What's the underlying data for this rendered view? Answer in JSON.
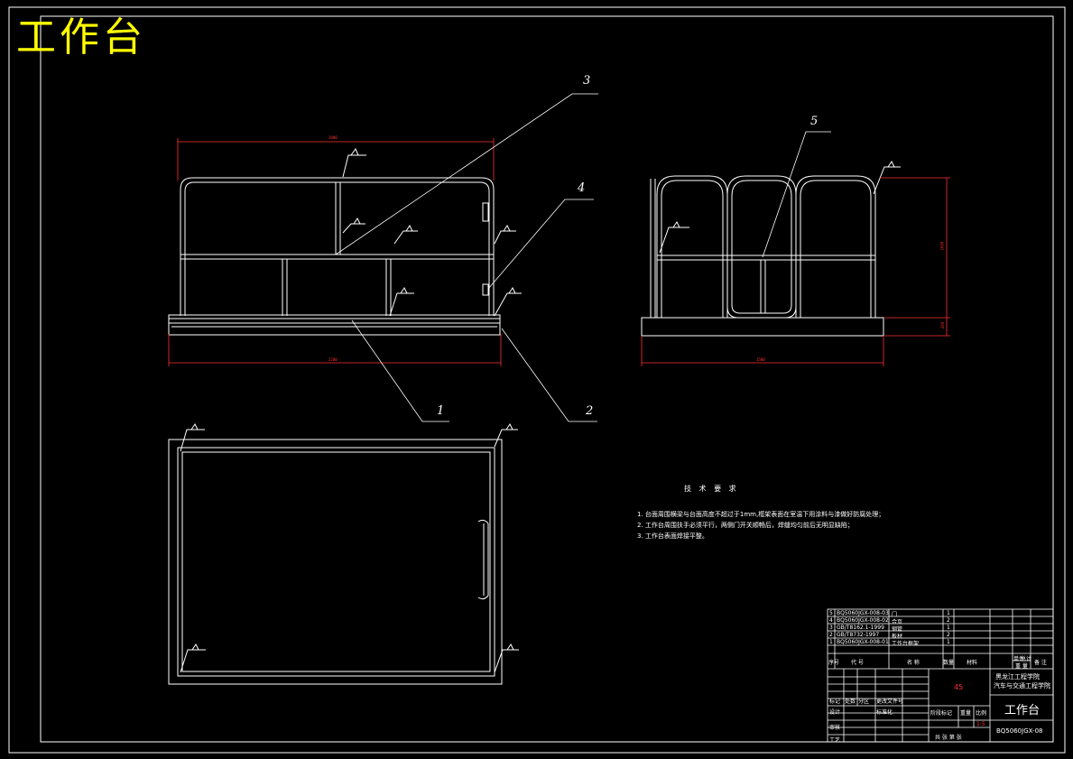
{
  "drawing": {
    "title": "工作台",
    "callouts": [
      "1",
      "2",
      "3",
      "4",
      "5"
    ],
    "dimensions": {
      "front_top_width": "2000",
      "front_base_width": "2200",
      "side_height": "1600",
      "side_base_height": "200",
      "side_width": "1500"
    }
  },
  "notes": {
    "title": "技 术 要 求",
    "lines": [
      "1. 台面周围横梁与台面高度不超过于1mm,框架表面在室温下用涂料与漆做好防腐处理；",
      "2. 工作台周围扶手必须平行，两侧门开关顺畅后，焊缝均匀前后无明显缺陷；",
      "3. 工作台表面焊接平整。"
    ]
  },
  "parts_list": {
    "rows": [
      {
        "no": "5",
        "code": "BQ5060JGX-008-03",
        "name": "门",
        "qty": "1"
      },
      {
        "no": "4",
        "code": "BQ5060JGX-008-02",
        "name": "合页",
        "qty": "2"
      },
      {
        "no": "3",
        "code": "GB/T8162.1-1999",
        "name": "钢管",
        "qty": "1"
      },
      {
        "no": "2",
        "code": "GB/T8732-1997",
        "name": "板材",
        "qty": "2"
      },
      {
        "no": "1",
        "code": "BQ5060JGX-008-01",
        "name": "工作台框架",
        "qty": "1"
      }
    ],
    "header": {
      "no": "序号",
      "code": "代 号",
      "name": "名 称",
      "qty": "数量",
      "material": "材料",
      "unit_weight": "单件",
      "total_weight": "总计",
      "weight": "重 量",
      "remark": "备 注"
    }
  },
  "title_block": {
    "material_mark": "45",
    "school_line1": "黑龙江工程学院",
    "school_line2": "汽车与交通工程学院",
    "drawing_name": "工作台",
    "drawing_no": "BQ5060JGX-08",
    "scale": "1:5",
    "rows": [
      "标记",
      "设计",
      "审核",
      "工艺"
    ],
    "row_extra": [
      "处数",
      "分区",
      "更改文件号",
      "标准化"
    ],
    "stage_label": "阶段标记",
    "weight_label": "重量",
    "scale_label": "比例",
    "sheet_label": "共  张  第  张"
  },
  "colors": {
    "line": "#ffffff",
    "dimension": "#ff3030",
    "title": "#ffff00",
    "background": "#000000"
  }
}
